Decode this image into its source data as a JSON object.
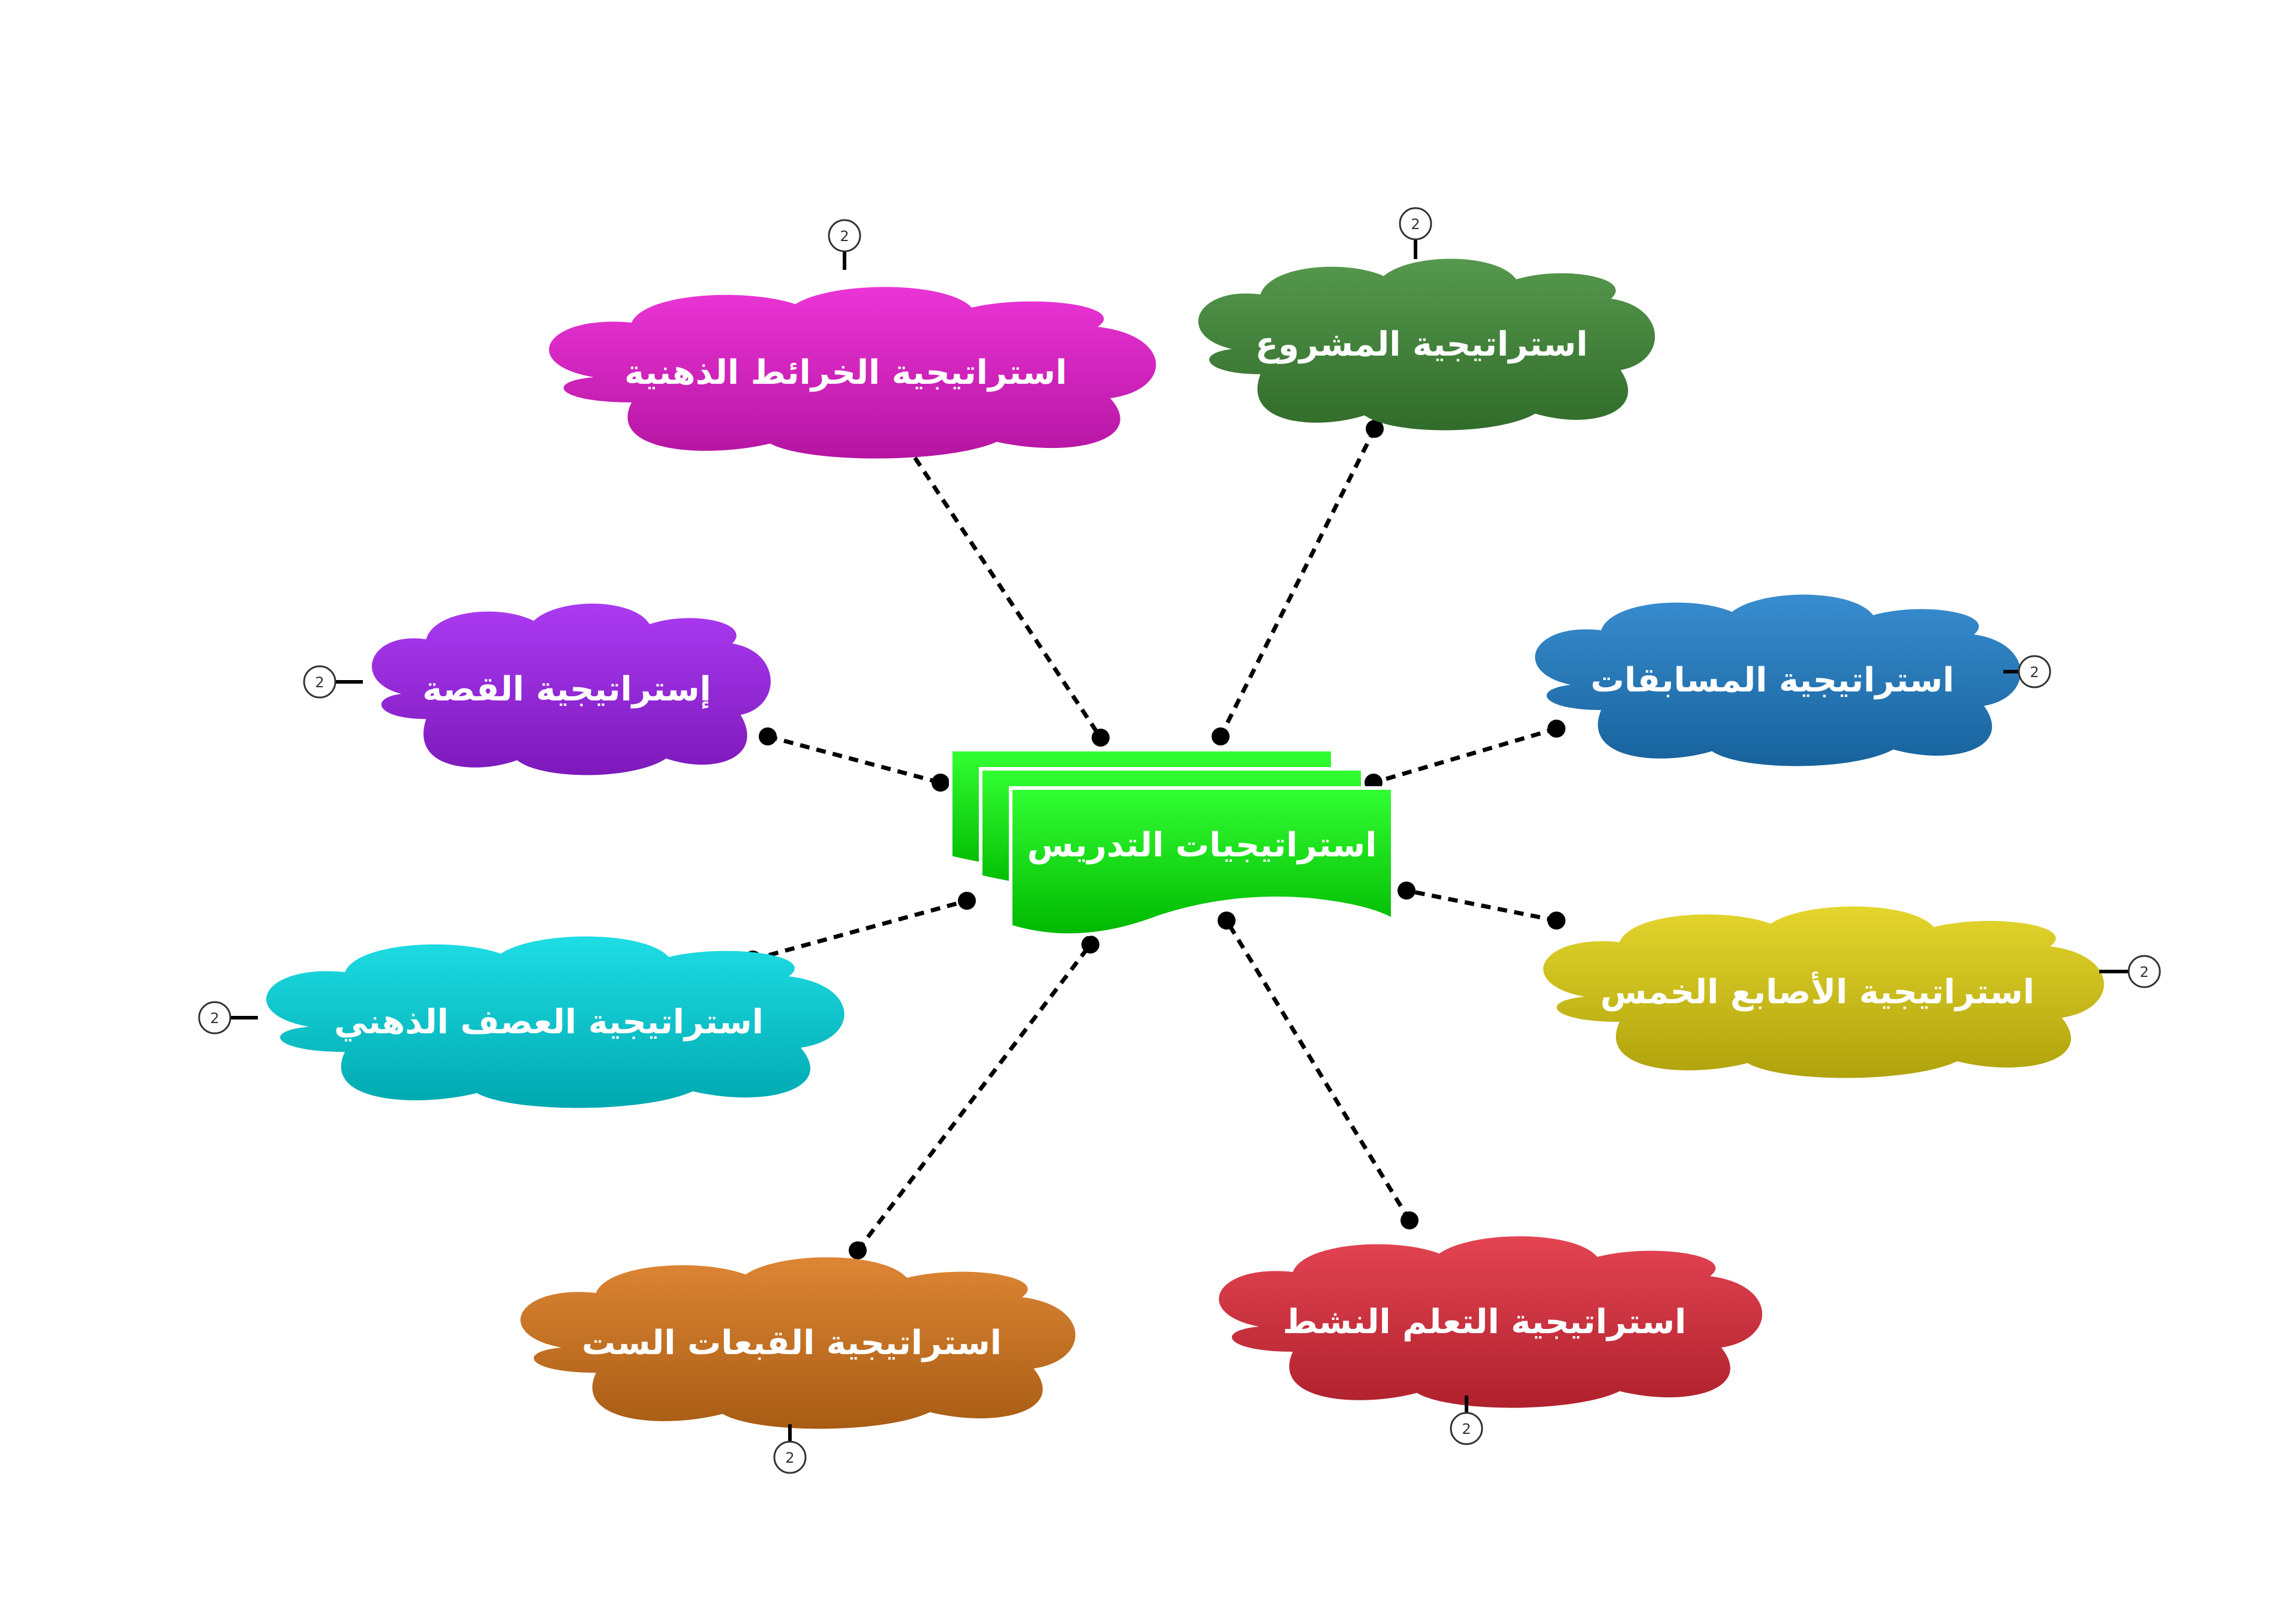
{
  "central": {
    "label": "استراتيجيات التدريس",
    "color": "#00dd00"
  },
  "branches": [
    {
      "id": "mind-maps",
      "label": "استراتيجية الخرائط الذهنية",
      "badge": "2",
      "color": "#e81ad0"
    },
    {
      "id": "project",
      "label": "استراتيجية المشروع",
      "badge": "2",
      "color": "#3f8a36"
    },
    {
      "id": "story",
      "label": "إستراتيجية القصة",
      "badge": "2",
      "color": "#a020f0"
    },
    {
      "id": "competitions",
      "label": "استراتيجية المسابقات",
      "badge": "2",
      "color": "#1e7ec8"
    },
    {
      "id": "brainstorm",
      "label": "استراتيجية العصف الذهني",
      "badge": "2",
      "color": "#00d8e0"
    },
    {
      "id": "five-fingers",
      "label": "استراتيجية الأصابع الخمس",
      "badge": "2",
      "color": "#e0d010"
    },
    {
      "id": "six-hats",
      "label": "استراتيجية القبعات الست",
      "badge": "2",
      "color": "#d8761a"
    },
    {
      "id": "active",
      "label": "استراتيجية التعلم النشط",
      "badge": "2",
      "color": "#e02a3a"
    }
  ]
}
